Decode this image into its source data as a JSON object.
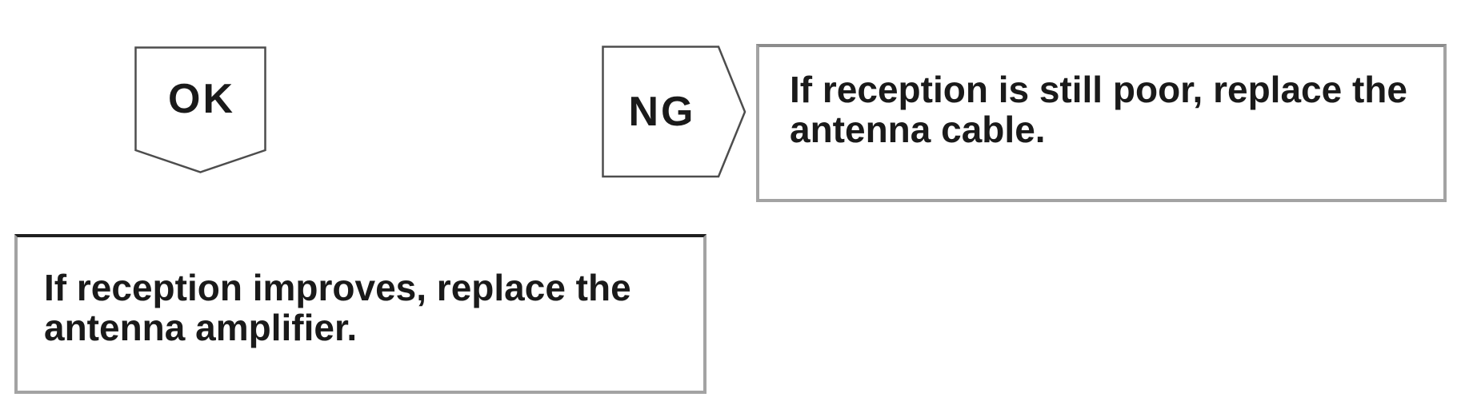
{
  "diagram": {
    "ok_branch": {
      "badge": "OK",
      "instruction": "If reception improves, replace the antenna amplifier."
    },
    "ng_branch": {
      "badge": "NG",
      "instruction": "If reception is still poor, replace the antenna cable."
    },
    "colors": {
      "background": "#ffffff",
      "text": "#1a1a1a",
      "box_border": "#a3a3a3",
      "box_border_dark": "#1f1f1f",
      "shape_outline": "#4d4d4d"
    }
  }
}
